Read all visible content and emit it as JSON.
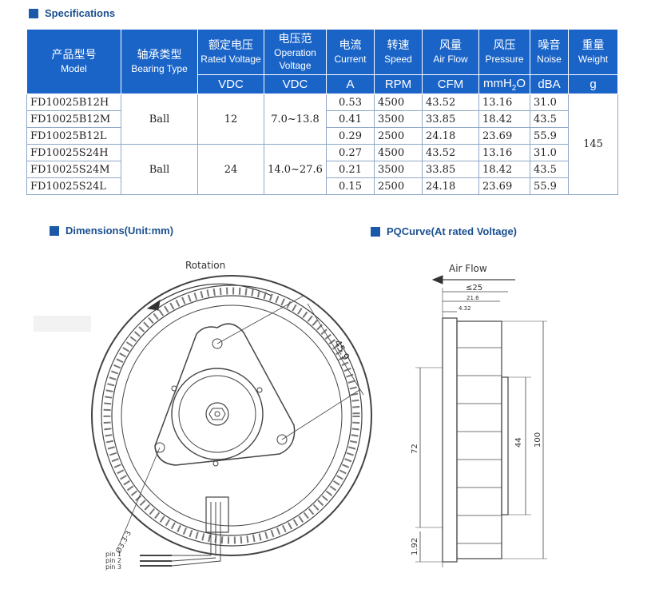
{
  "sections": {
    "specifications": "Specifications",
    "dimensions": "Dimensions(Unit:mm)",
    "pqcurve": "PQCurve(At rated Voltage)"
  },
  "table": {
    "headers": [
      {
        "cn": "产品型号",
        "en": "Model"
      },
      {
        "cn": "轴承类型",
        "en": "Bearing Type"
      },
      {
        "cn": "额定电压",
        "en": "Rated Voltage"
      },
      {
        "cn": "电压范",
        "en": "Operation Voltage"
      },
      {
        "cn": "电流",
        "en": "Current"
      },
      {
        "cn": "转速",
        "en": "Speed"
      },
      {
        "cn": "风量",
        "en": "Air Flow"
      },
      {
        "cn": "风压",
        "en": "Pressure"
      },
      {
        "cn": "噪音",
        "en": "Noise"
      },
      {
        "cn": "重量",
        "en": "Weight"
      }
    ],
    "units": [
      "VDC",
      "VDC",
      "A",
      "RPM",
      "CFM",
      "mmH2O",
      "dBA",
      "g"
    ],
    "groups": [
      {
        "bearing": "Ball",
        "rated": "12",
        "range": "7.0~13.8",
        "rows": [
          {
            "model": "FD10025B12H",
            "current": "0.53",
            "speed": "4500",
            "flow": "43.52",
            "pressure": "13.16",
            "noise": "31.0"
          },
          {
            "model": "FD10025B12M",
            "current": "0.41",
            "speed": "3500",
            "flow": "33.85",
            "pressure": "18.42",
            "noise": "43.5"
          },
          {
            "model": "FD10025B12L",
            "current": "0.29",
            "speed": "2500",
            "flow": "24.18",
            "pressure": "23.69",
            "noise": "55.9"
          }
        ]
      },
      {
        "bearing": "Ball",
        "rated": "24",
        "range": "14.0~27.6",
        "rows": [
          {
            "model": "FD10025S24H",
            "current": "0.27",
            "speed": "4500",
            "flow": "43.52",
            "pressure": "13.16",
            "noise": "31.0"
          },
          {
            "model": "FD10025S24M",
            "current": "0.21",
            "speed": "3500",
            "flow": "33.85",
            "pressure": "18.42",
            "noise": "43.5"
          },
          {
            "model": "FD10025S24L",
            "current": "0.15",
            "speed": "2500",
            "flow": "24.18",
            "pressure": "23.69",
            "noise": "55.9"
          }
        ]
      }
    ],
    "weight": "145"
  },
  "front_view": {
    "rotation": "Rotation",
    "dim_radius": "45.9",
    "hole": "Ø3.3-3",
    "pins": [
      "pin 1",
      "pin 2",
      "pin 3"
    ]
  },
  "side_view": {
    "airflow": "Air Flow",
    "d_25": "≤25",
    "d_21": "21.6",
    "d_4": "4.32",
    "d_72": "72",
    "d_44": "44",
    "d_100": "100",
    "d_192": "1.92"
  }
}
